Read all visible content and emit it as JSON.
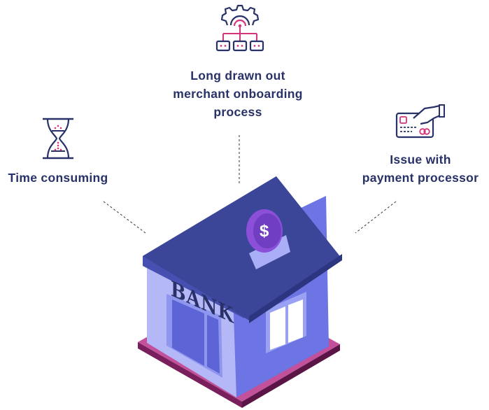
{
  "callouts": {
    "onboarding": {
      "line1": "Long drawn out",
      "line2": "merchant onboarding",
      "line3": "process",
      "icon": "gear-network-icon"
    },
    "time": {
      "text": "Time consuming",
      "icon": "hourglass-icon"
    },
    "payment": {
      "line1": "Issue with",
      "line2": "payment processor",
      "icon": "card-payment-icon"
    }
  },
  "building": {
    "sign": "BANK",
    "coin_symbol": "$"
  },
  "colors": {
    "navy": "#283268",
    "pink": "#d6357b",
    "roof": "#3b4699",
    "wall": "#7a82e8",
    "wall_light": "#a9aef6",
    "base": "#9b2d7a"
  }
}
